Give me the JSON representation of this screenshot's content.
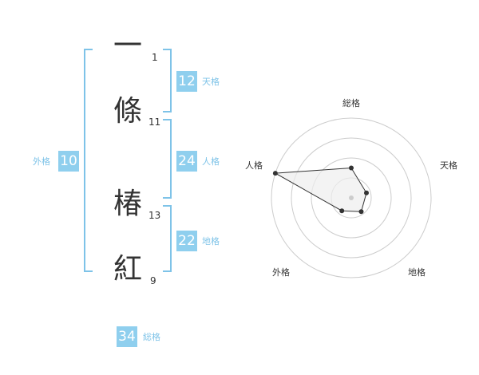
{
  "name": {
    "characters": [
      {
        "char": "一",
        "strokes": "1"
      },
      {
        "char": "條",
        "strokes": "11"
      },
      {
        "char": "椿",
        "strokes": "13"
      },
      {
        "char": "紅",
        "strokes": "9"
      }
    ]
  },
  "fortune": {
    "tenkaku": {
      "value": "12",
      "label": "天格"
    },
    "jinkaku": {
      "value": "24",
      "label": "人格"
    },
    "chikaku": {
      "value": "22",
      "label": "地格"
    },
    "gaikaku": {
      "value": "10",
      "label": "外格"
    },
    "soukaku": {
      "value": "34",
      "label": "総格"
    }
  },
  "colors": {
    "bracket": "#7ec3e8",
    "badge_bg": "#8fcfee",
    "badge_label": "#7ec3e8",
    "ring": "#cccccc",
    "polygon_fill": "#eeeeee",
    "polygon_stroke": "#333333",
    "point": "#333333",
    "center": "#cccccc"
  },
  "chart_data": {
    "type": "radar",
    "axes": [
      "総格",
      "天格",
      "地格",
      "外格",
      "人格"
    ],
    "rings": 4,
    "max": 4,
    "values": [
      1.5,
      0.8,
      0.85,
      0.8,
      4.0
    ]
  }
}
